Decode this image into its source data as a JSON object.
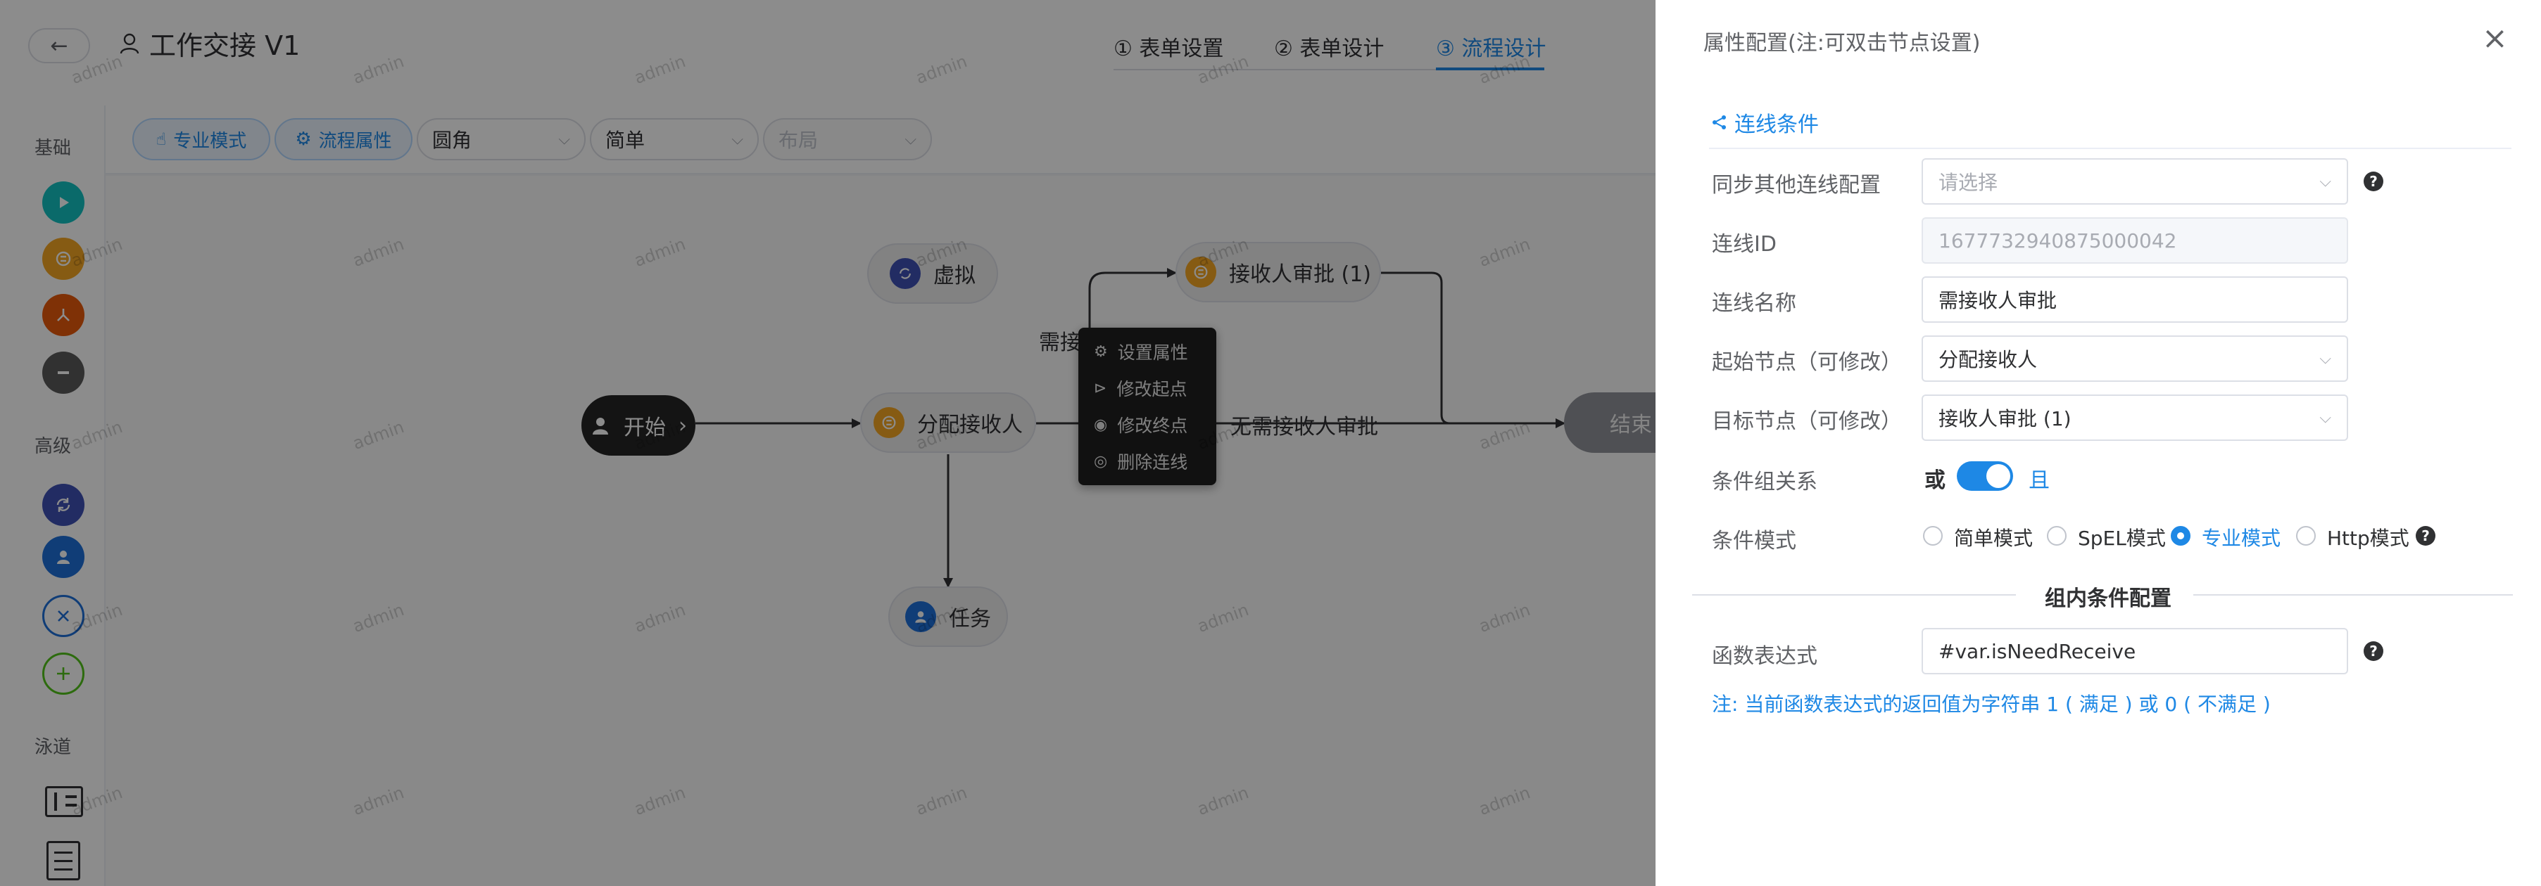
{
  "header": {
    "back_icon": "arrow-left-icon",
    "title": "工作交接 V1",
    "steps": [
      {
        "label": "① 表单设置",
        "active": false
      },
      {
        "label": "② 表单设计",
        "active": false
      },
      {
        "label": "③ 流程设计",
        "active": true
      }
    ],
    "accent_color": "#1e88e5"
  },
  "toolbar": {
    "pro_mode": "专业模式",
    "flow_props": "流程属性",
    "selects": [
      {
        "value": "圆角",
        "disabled": false
      },
      {
        "value": "简单",
        "disabled": false
      },
      {
        "value": "布局",
        "disabled": true
      }
    ]
  },
  "palette": {
    "sections": [
      "基础",
      "高级",
      "泳道"
    ],
    "basic_icons": [
      "start-node-icon",
      "user-task-icon",
      "gateway-icon",
      "end-node-icon"
    ],
    "advanced_icons": [
      "virtual-node-icon",
      "task-node-icon",
      "exclusive-gateway-icon",
      "parallel-gateway-icon"
    ],
    "lane_icons": [
      "lane-horizontal-icon",
      "lane-vertical-icon"
    ]
  },
  "canvas": {
    "nodes": {
      "start": "开始",
      "virtual": "虚拟",
      "assign": "分配接收人",
      "approve": "接收人审批 (1)",
      "task": "任务",
      "end": "结束"
    },
    "edge_labels": {
      "need": "需接",
      "no_need": "无需接收人审批"
    },
    "watermark": "admin",
    "context_menu": [
      {
        "label": "设置属性",
        "icon": "gear-icon"
      },
      {
        "label": "修改起点",
        "icon": "arrow-start-icon"
      },
      {
        "label": "修改终点",
        "icon": "target-icon"
      },
      {
        "label": "删除连线",
        "icon": "eye-off-icon"
      }
    ]
  },
  "drawer": {
    "title": "属性配置(注:可双击节点设置)",
    "tab": "连线条件",
    "fields": {
      "sync_label": "同步其他连线配置",
      "sync_placeholder": "请选择",
      "id_label": "连线ID",
      "id_value": "1677732940875000042",
      "name_label": "连线名称",
      "name_value": "需接收人审批",
      "source_label": "起始节点（可修改）",
      "source_value": "分配接收人",
      "target_label": "目标节点（可修改）",
      "target_value": "接收人审批 (1)",
      "relation_label": "条件组关系",
      "relation_or": "或",
      "relation_and": "且",
      "relation_switch_on": true,
      "mode_label": "条件模式",
      "modes": [
        "简单模式",
        "SpEL模式",
        "专业模式",
        "Http模式"
      ],
      "mode_selected": "专业模式"
    },
    "group_title": "组内条件配置",
    "expr_label": "函数表达式",
    "expr_value": "#var.isNeedReceive",
    "note": "注: 当前函数表达式的返回值为字符串 1 ( 满足 ) 或 0 ( 不满足 )"
  }
}
